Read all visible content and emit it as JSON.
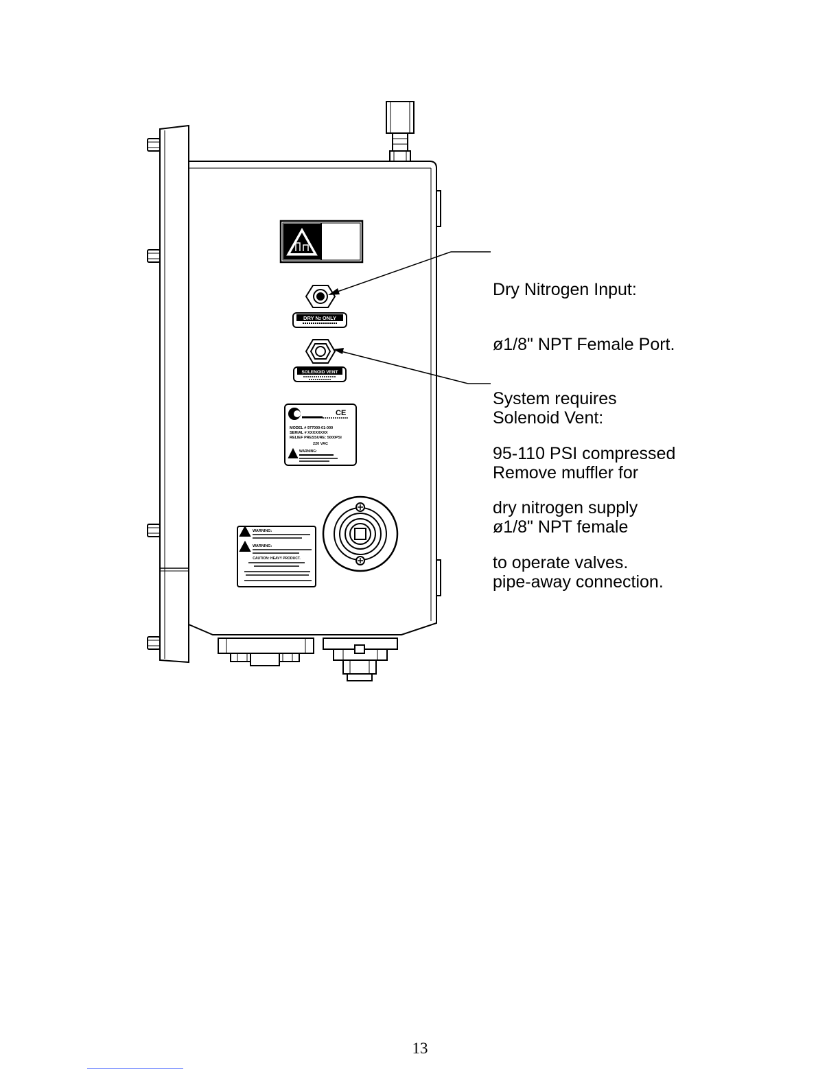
{
  "callouts": {
    "nitrogen_input": {
      "lines": [
        "Dry Nitrogen Input:",
        "ø1/8\" NPT Female Port.",
        "System requires",
        "95-110 PSI compressed",
        "dry nitrogen supply",
        "to operate valves."
      ]
    },
    "solenoid_vent": {
      "lines": [
        "Solenoid Vent:",
        "Remove muffler for",
        "ø1/8\" NPT female",
        "pipe-away connection."
      ]
    }
  },
  "labels": {
    "dry_n2": "DRY N",
    "dry_n2_sub": "2",
    "dry_n2_only": " ONLY",
    "solenoid_vent": "SOLENOID VENT",
    "nameplate_model": "MODEL # 977000-01-000",
    "nameplate_serial": "SERIAL # XXXXXXXX",
    "nameplate_relief": "RELIEF PRESSURE: 5000PSI",
    "nameplate_voltage": "220 VAC",
    "nameplate_warning": "WARNING:",
    "nameplate_ce": "CE",
    "warning_1": "WARNING:",
    "warning_2": "WARNING:",
    "caution": "CAUTION: HEAVY PRODUCT."
  },
  "page_number": "13"
}
